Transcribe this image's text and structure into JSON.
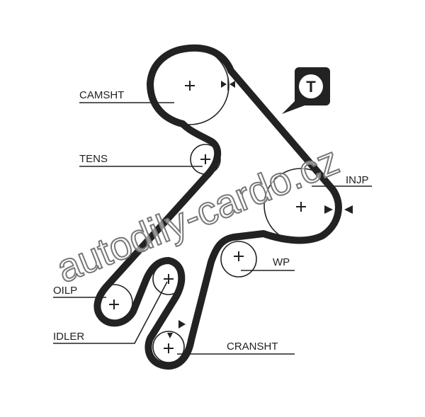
{
  "diagram": {
    "labels": {
      "camsht": "CAMSHT",
      "tens": "TENS",
      "injp": "INJP",
      "wp": "WP",
      "oilp": "OILP",
      "idler": "IDLER",
      "cransht": "CRANSHT"
    },
    "badge": "T",
    "watermark": "autodily-cardo.cz",
    "colors": {
      "belt": "#222222",
      "badge": "#222222"
    }
  }
}
